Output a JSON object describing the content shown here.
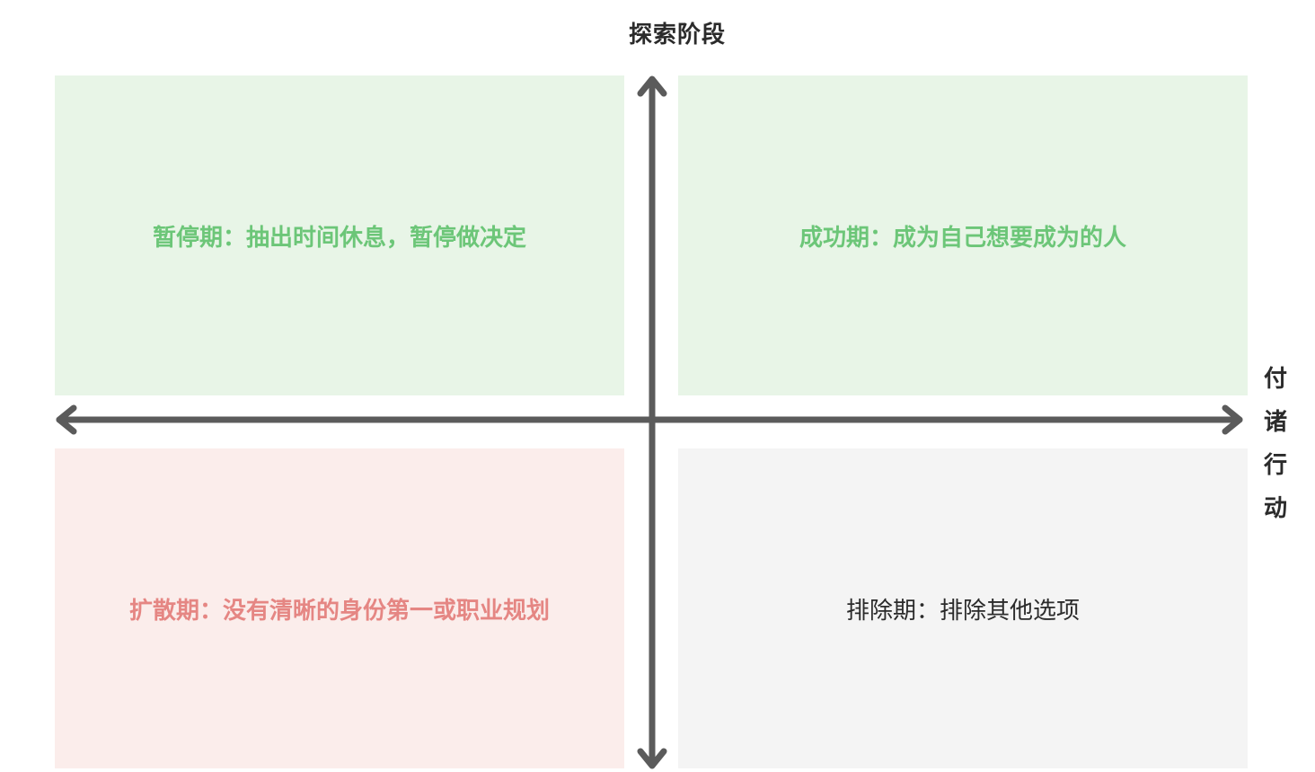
{
  "axes": {
    "vertical_label": "探索阶段",
    "horizontal_label_chars": [
      "付",
      "诸",
      "行",
      "动"
    ],
    "color": "#5b5b5b"
  },
  "quadrants": {
    "top_left": {
      "label": "暂停期：抽出时间休息，暂停做决定",
      "bg": "#e8f5e7",
      "text_color": "#6cc678"
    },
    "top_right": {
      "label": "成功期：成为自己想要成为的人",
      "bg": "#e8f5e7",
      "text_color": "#6cc678"
    },
    "bottom_left": {
      "label": "扩散期：没有清晰的身份第一或职业规划",
      "bg": "#fbedeb",
      "text_color": "#e58683"
    },
    "bottom_right": {
      "label": "排除期：排除其他选项",
      "bg": "#f4f4f4",
      "text_color": "#2b2b2b"
    }
  }
}
